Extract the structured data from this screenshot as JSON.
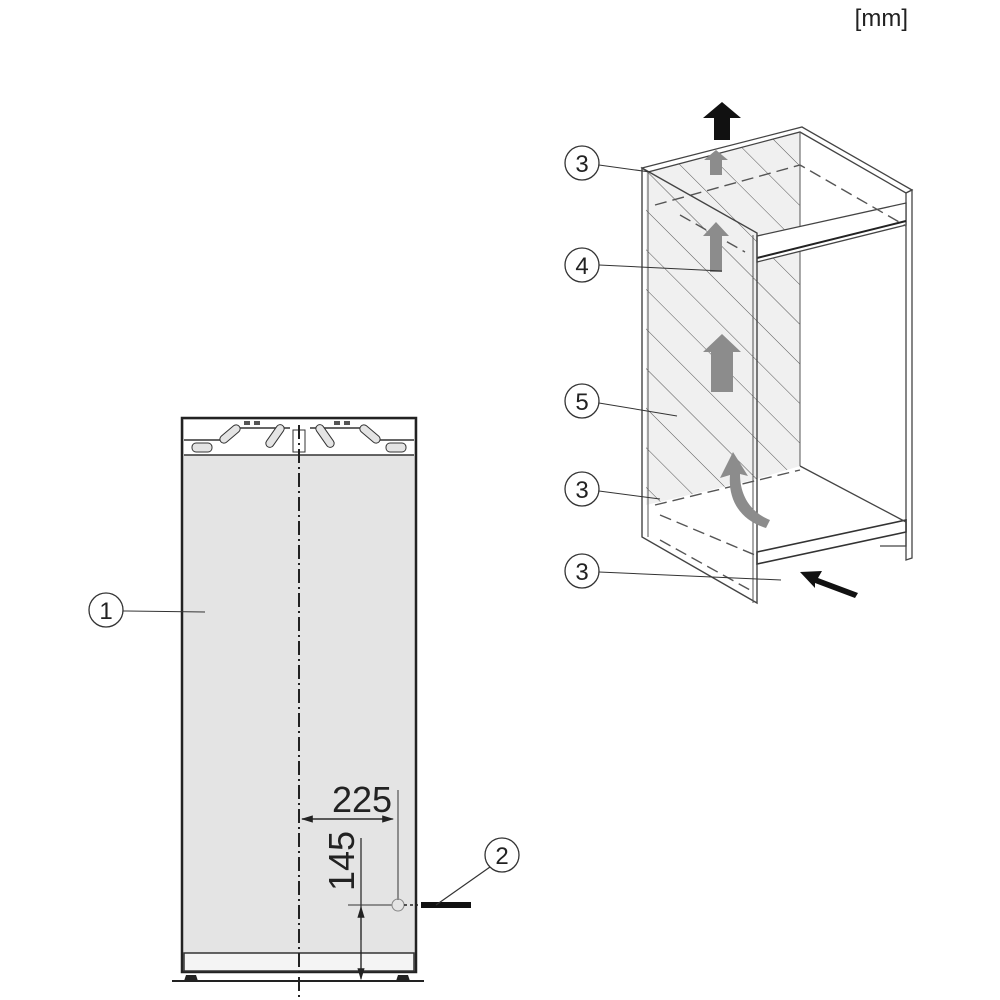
{
  "unit_label": "[mm]",
  "left_view": {
    "callouts": [
      "1",
      "2"
    ],
    "dimensions": {
      "horizontal": "225",
      "vertical": "145"
    }
  },
  "right_view": {
    "callouts": [
      "3",
      "4",
      "5",
      "3",
      "3"
    ]
  },
  "colors": {
    "panel_fill": "#e4e4e4",
    "line": "#333333",
    "arrow_gray": "#8c8c8c",
    "arrow_black": "#111111"
  }
}
